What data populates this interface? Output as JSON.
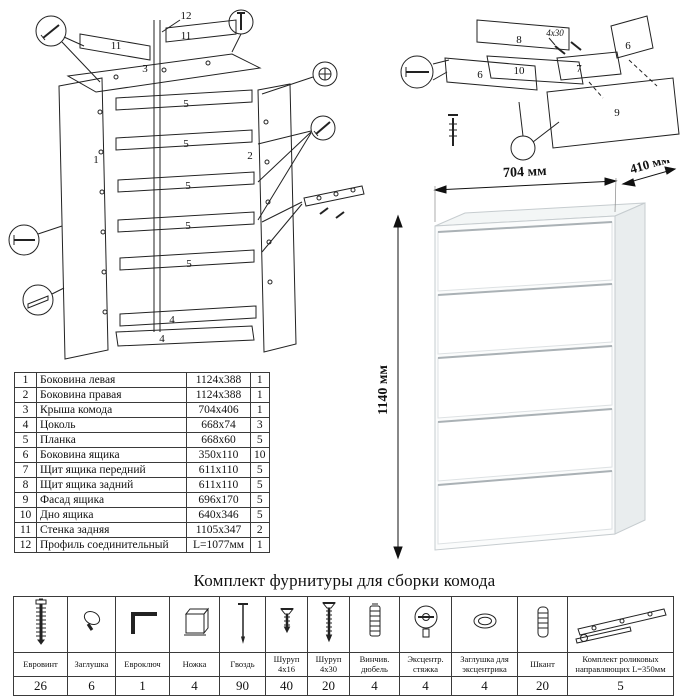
{
  "title": "Комплект фурнитуры для сборки комода",
  "dimensions": {
    "width": "704 мм",
    "depth": "410 мм",
    "height": "1140 мм"
  },
  "main_diagram": {
    "labels": {
      "p1": "1",
      "p2": "2",
      "p3": "3",
      "p4a": "4",
      "p4b": "4",
      "p5a": "5",
      "p5b": "5",
      "p5c": "5",
      "p5d": "5",
      "p5e": "5",
      "p11a": "11",
      "p11b": "11",
      "p12": "12"
    }
  },
  "drawer_diagram": {
    "labels": {
      "p6a": "6",
      "p6b": "6",
      "p7": "7",
      "p8": "8",
      "p9": "9",
      "p10": "10",
      "screw": "4х30"
    }
  },
  "parts_table": {
    "rows": [
      {
        "num": "1",
        "name": "Боковина левая",
        "size": "1124х388",
        "qty": "1"
      },
      {
        "num": "2",
        "name": "Боковина правая",
        "size": "1124х388",
        "qty": "1"
      },
      {
        "num": "3",
        "name": "Крыша комода",
        "size": "704х406",
        "qty": "1"
      },
      {
        "num": "4",
        "name": "Цоколь",
        "size": "668х74",
        "qty": "3"
      },
      {
        "num": "5",
        "name": "Планка",
        "size": "668х60",
        "qty": "5"
      },
      {
        "num": "6",
        "name": "Боковина ящика",
        "size": "350х110",
        "qty": "10"
      },
      {
        "num": "7",
        "name": "Щит ящика передний",
        "size": "611х110",
        "qty": "5"
      },
      {
        "num": "8",
        "name": "Щит ящика задний",
        "size": "611х110",
        "qty": "5"
      },
      {
        "num": "9",
        "name": "Фасад ящика",
        "size": "696х170",
        "qty": "5"
      },
      {
        "num": "10",
        "name": "Дно ящика",
        "size": "640х346",
        "qty": "5"
      },
      {
        "num": "11",
        "name": "Стенка задняя",
        "size": "1105х347",
        "qty": "2"
      },
      {
        "num": "12",
        "name": "Профиль соединительный",
        "size": "L=1077мм",
        "qty": "1"
      }
    ]
  },
  "hardware": {
    "items": [
      {
        "icon": "euro-screw-icon",
        "name": "Евровинт",
        "qty": "26"
      },
      {
        "icon": "plug-icon",
        "name": "Заглушка",
        "qty": "6"
      },
      {
        "icon": "hex-key-icon",
        "name": "Евроключ",
        "qty": "1"
      },
      {
        "icon": "leg-icon",
        "name": "Ножка",
        "qty": "4"
      },
      {
        "icon": "nail-icon",
        "name": "Гвоздь",
        "qty": "90"
      },
      {
        "icon": "short-screw-icon",
        "name": "Шуруп 4х16",
        "qty": "40"
      },
      {
        "icon": "long-screw-icon",
        "name": "Шуруп 4х30",
        "qty": "20"
      },
      {
        "icon": "screw-dowel-icon",
        "name": "Винчив. дюбель",
        "qty": "4"
      },
      {
        "icon": "cam-lock-icon",
        "name": "Эксцентр. стяжка",
        "qty": "4"
      },
      {
        "icon": "cam-cover-icon",
        "name": "Заглушка для эксцентрика",
        "qty": "4"
      },
      {
        "icon": "wood-dowel-icon",
        "name": "Шкант",
        "qty": "20"
      },
      {
        "icon": "roller-guide-icon",
        "name": "Комплект роликовых направляющих L=350мм",
        "qty": "5"
      }
    ]
  }
}
